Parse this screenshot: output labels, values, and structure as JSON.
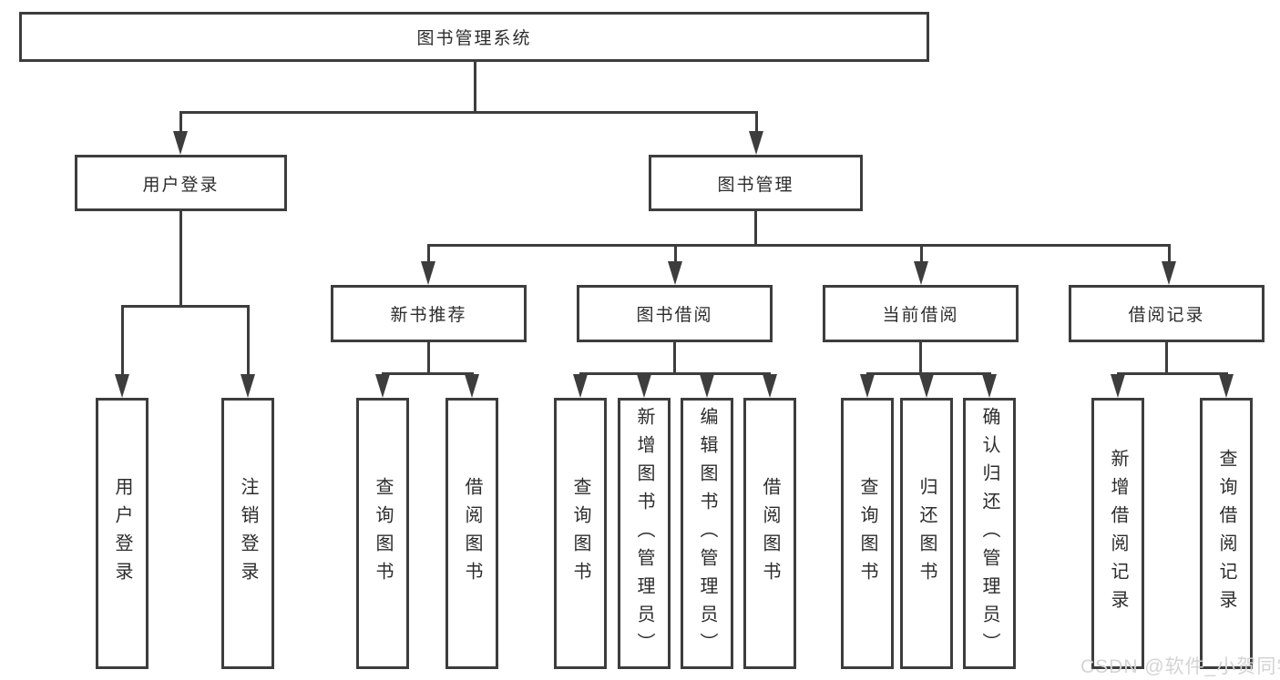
{
  "diagram": {
    "tree": {
      "label": "图书管理系统",
      "children": [
        {
          "label": "用户登录",
          "children": [
            {
              "label": "用户登录"
            },
            {
              "label": "注销登录"
            }
          ]
        },
        {
          "label": "图书管理",
          "children": [
            {
              "label": "新书推荐",
              "children": [
                {
                  "label": "查询图书"
                },
                {
                  "label": "借阅图书"
                }
              ]
            },
            {
              "label": "图书借阅",
              "children": [
                {
                  "label": "查询图书"
                },
                {
                  "label": "新增图书（管理员）"
                },
                {
                  "label": "编辑图书（管理员）"
                },
                {
                  "label": "借阅图书"
                }
              ]
            },
            {
              "label": "当前借阅",
              "children": [
                {
                  "label": "查询图书"
                },
                {
                  "label": "归还图书"
                },
                {
                  "label": "确认归还（管理员）"
                }
              ]
            },
            {
              "label": "借阅记录",
              "children": [
                {
                  "label": "新增借阅记录"
                },
                {
                  "label": "查询借阅记录"
                }
              ]
            }
          ]
        }
      ]
    },
    "watermark": "CSDN @软件_小贺同学",
    "colors": {
      "line": "#3d3d3d",
      "text": "#2c2c2c",
      "watermark": "#d4d4d4",
      "background": "#ffffff"
    }
  }
}
